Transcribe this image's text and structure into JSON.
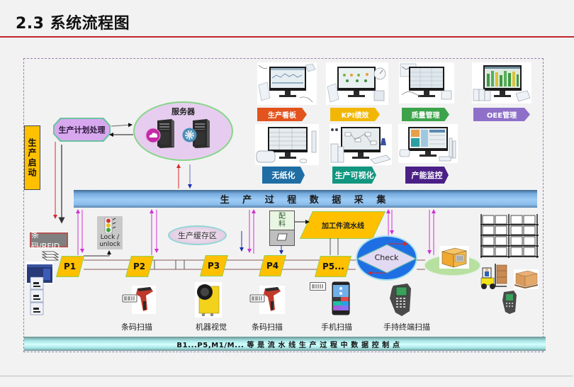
{
  "header": {
    "title": "2.3 系统流程图"
  },
  "theme": {
    "header_line": "#c0272d",
    "station_fill": "#ffc000",
    "start_fill": "#ffc000"
  },
  "start": {
    "label": "生产启动"
  },
  "plan": {
    "label": "生产计划处理"
  },
  "server": {
    "title": "服务器"
  },
  "modules": [
    {
      "label": "生产看板",
      "color": "#e2531d"
    },
    {
      "label": "KPI绩效",
      "color": "#f2b705"
    },
    {
      "label": "质量管理",
      "color": "#3ca34b"
    },
    {
      "label": "OEE管理",
      "color": "#8e70c9"
    },
    {
      "label": "无纸化",
      "color": "#1e6ea5"
    },
    {
      "label": "生产可视化",
      "color": "#11967f"
    },
    {
      "label": "产能监控",
      "color": "#4a1f86"
    }
  ],
  "data_bar": {
    "label": "生 产 过 程 数 据 采 集"
  },
  "barcode_rfid": {
    "label": "条码/RFID"
  },
  "lock": {
    "line1": "Lock /",
    "line2": "unlock"
  },
  "buffer": {
    "label": "生产缓存区"
  },
  "material": {
    "line1": "配",
    "line2": "料"
  },
  "assembly_line": {
    "label": "加工件流水线"
  },
  "check": {
    "label": "Check"
  },
  "stations": [
    "P1",
    "P2",
    "P3",
    "P4",
    "P5..."
  ],
  "devices": [
    {
      "label": "条码扫描"
    },
    {
      "label": "机器视觉"
    },
    {
      "label": "条码扫描"
    },
    {
      "label": "手机扫描"
    },
    {
      "label": "手持终端扫描"
    }
  ],
  "footer_bar": {
    "label": "B1...P5,M1/M... 等 是 流 水 线 生 产 过 程 中 数 据 控 制 点"
  }
}
